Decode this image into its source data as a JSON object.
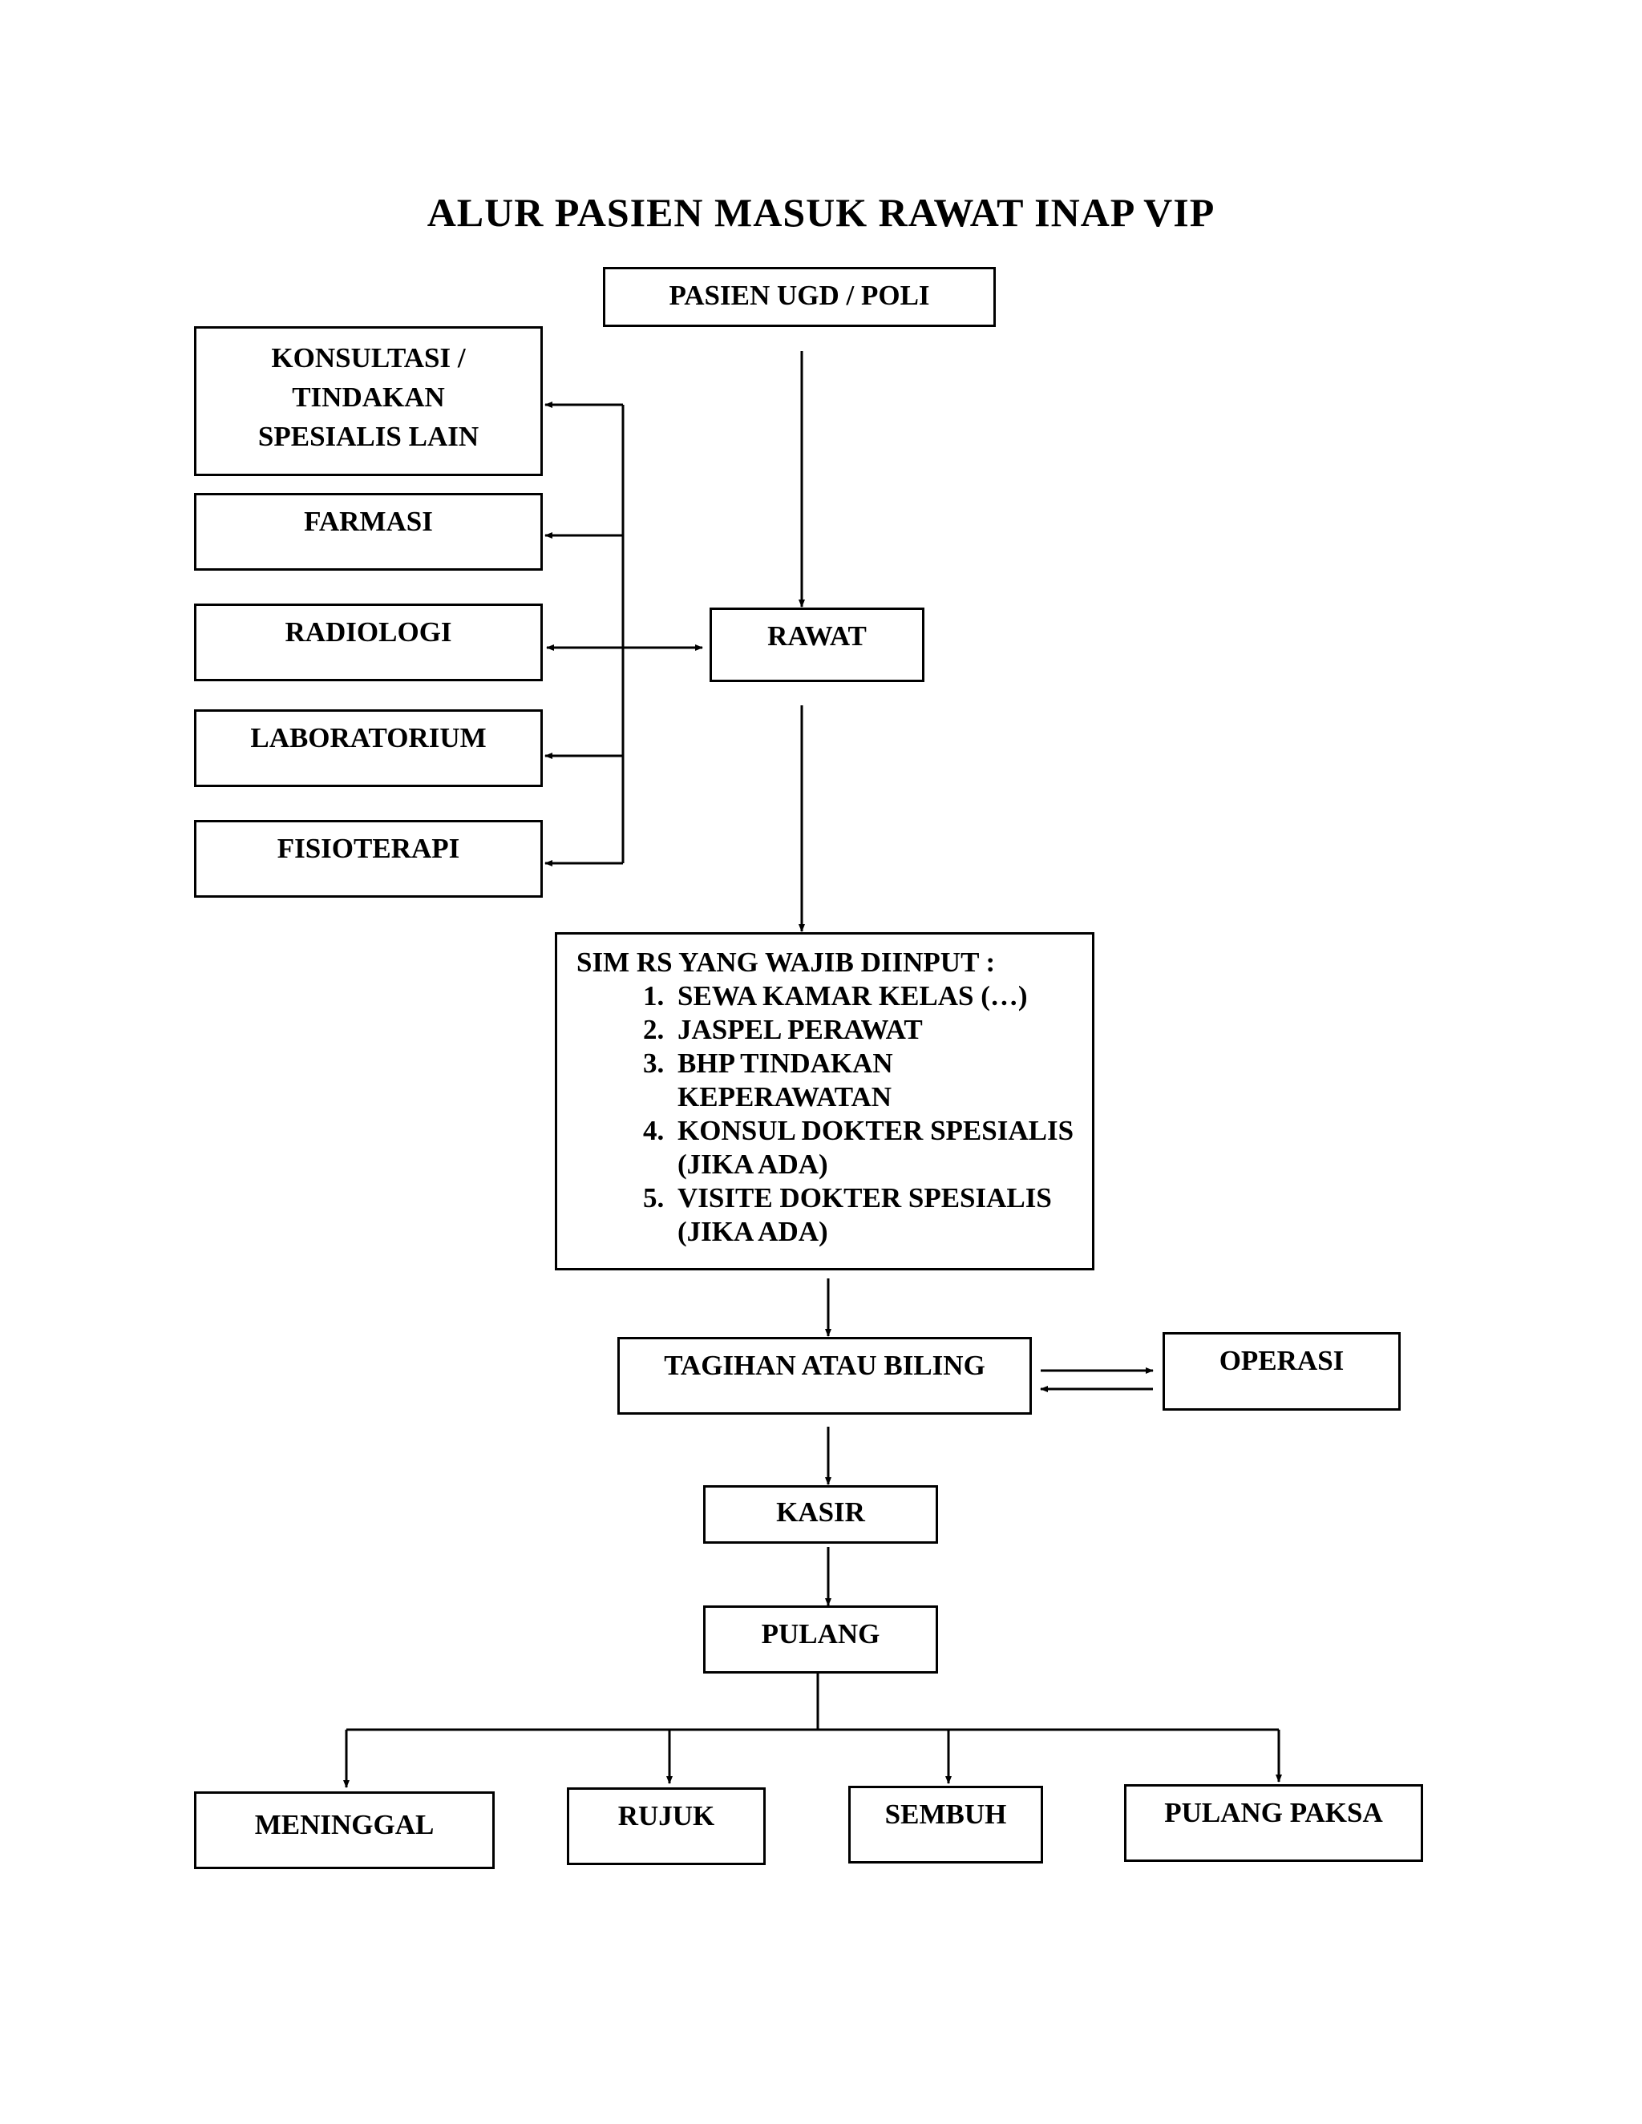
{
  "title": "ALUR PASIEN MASUK RAWAT INAP VIP",
  "nodes": {
    "pasien": "PASIEN UGD / POLI",
    "konsultasi": [
      "KONSULTASI /",
      "TINDAKAN",
      "SPESIALIS LAIN"
    ],
    "farmasi": "FARMASI",
    "radiologi": "RADIOLOGI",
    "laboratorium": "LABORATORIUM",
    "fisioterapi": "FISIOTERAPI",
    "rawat": "RAWAT",
    "sim": {
      "heading": "SIM RS YANG WAJIB DIINPUT :",
      "items": [
        "SEWA KAMAR KELAS (…)",
        "JASPEL PERAWAT",
        "BHP TINDAKAN KEPERAWATAN",
        "KONSUL DOKTER SPESIALIS (JIKA ADA)",
        "VISITE DOKTER SPESIALIS (JIKA ADA)"
      ]
    },
    "tagihan": "TAGIHAN ATAU BILING",
    "operasi": "OPERASI",
    "kasir": "KASIR",
    "pulang": "PULANG",
    "meninggal": "MENINGGAL",
    "rujuk": "RUJUK",
    "sembuh": "SEMBUH",
    "pulang_paksa": "PULANG PAKSA"
  }
}
